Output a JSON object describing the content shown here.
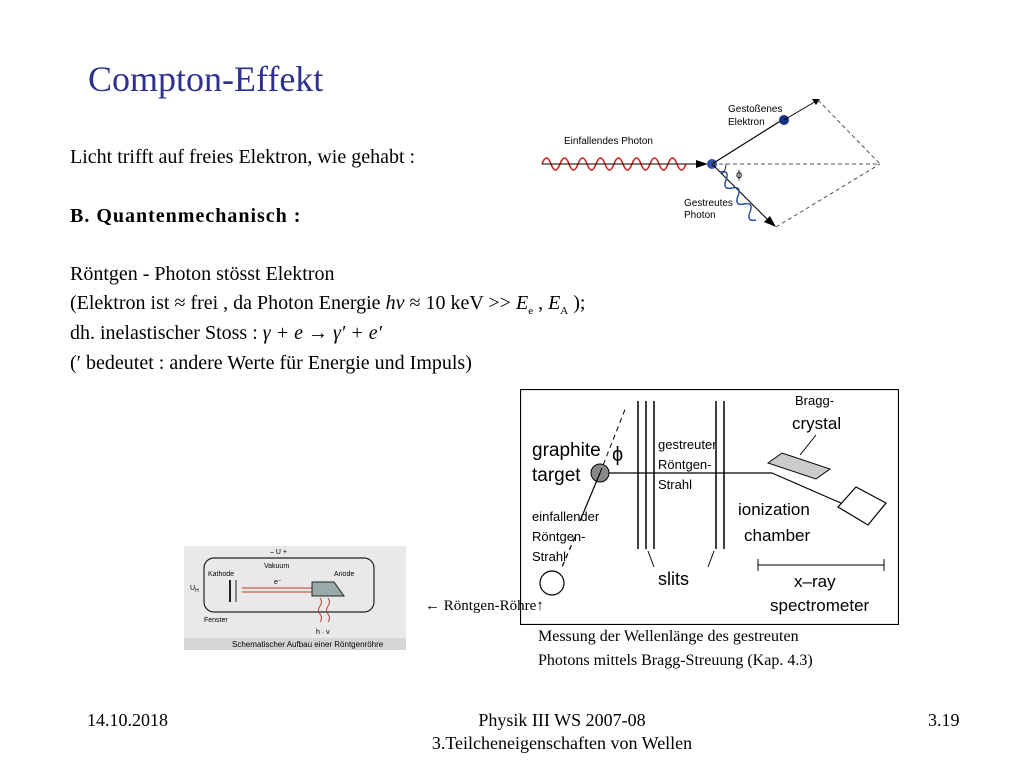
{
  "title": "Compton-Effekt",
  "body": {
    "line1": "Licht trifft auf freies Elektron, wie gehabt :",
    "line2": "B.  Quantenmechanisch :",
    "line3": "Röntgen - Photon stösst Elektron",
    "line4_a": "(Elektron ist ",
    "line4_approx1": "≈",
    "line4_b": " frei , da Photon Energie ",
    "line4_hv": "hν",
    "line4_approx2": "≈",
    "line4_c": " 10 keV  >>  ",
    "line4_E": "E",
    "line4_sub_e": "e",
    "line4_comma": " , ",
    "line4_E2": "E",
    "line4_sub_A": "A",
    "line4_end": " );",
    "line5_a": "dh. inelastischer Stoss :  ",
    "line5_formula": "γ + e  →  γ′ + e′",
    "line6": "(′  bedeutet : andere Werte für Energie  und Impuls)"
  },
  "compton_diagram": {
    "incoming_label": "Einfallendes Photon",
    "electron_label_1": "Gestoßenes",
    "electron_label_2": "Elektron",
    "scattered_label_1": "Gestreutes",
    "scattered_label_2": "Photon",
    "angle_label": "ϕ"
  },
  "spectrometer": {
    "bragg_label": "Bragg-",
    "crystal_label": "crystal",
    "graphite_label": "graphite",
    "target_label": "target",
    "phi_label": "ϕ",
    "scattered_1": "gestreuter",
    "scattered_2": "Röntgen-",
    "scattered_3": "Strahl",
    "incident_1": "einfallender",
    "incident_2": "Röntgen-",
    "incident_3": "Strahl",
    "ionization_label": "ionization",
    "chamber_label": "chamber",
    "slits_label": "slits",
    "xray_label": "x–ray",
    "spectrometer_label": "spectrometer"
  },
  "tube": {
    "kathode": "Kathode",
    "anode": "Anode",
    "vakuum": "Vakuum",
    "fenster": "Fenster",
    "hv": "h · ν",
    "ua": "– U +",
    "uh": "U",
    "uh_sub": "H",
    "electron": "e⁻",
    "caption": "Schematischer Aufbau einer Röntgenröhre"
  },
  "tube_pointer": "← Röntgen-Röhre↑",
  "measurement_caption_1": "Messung der Wellenlänge des gestreuten",
  "measurement_caption_2": "Photons mittels Bragg-Streuung (Kap. 4.3)",
  "footer": {
    "date": "14.10.2018",
    "course": "Physik III WS 2007-08",
    "chapter": "3.Teilcheneigenschaften von Wellen",
    "page": "3.19"
  }
}
